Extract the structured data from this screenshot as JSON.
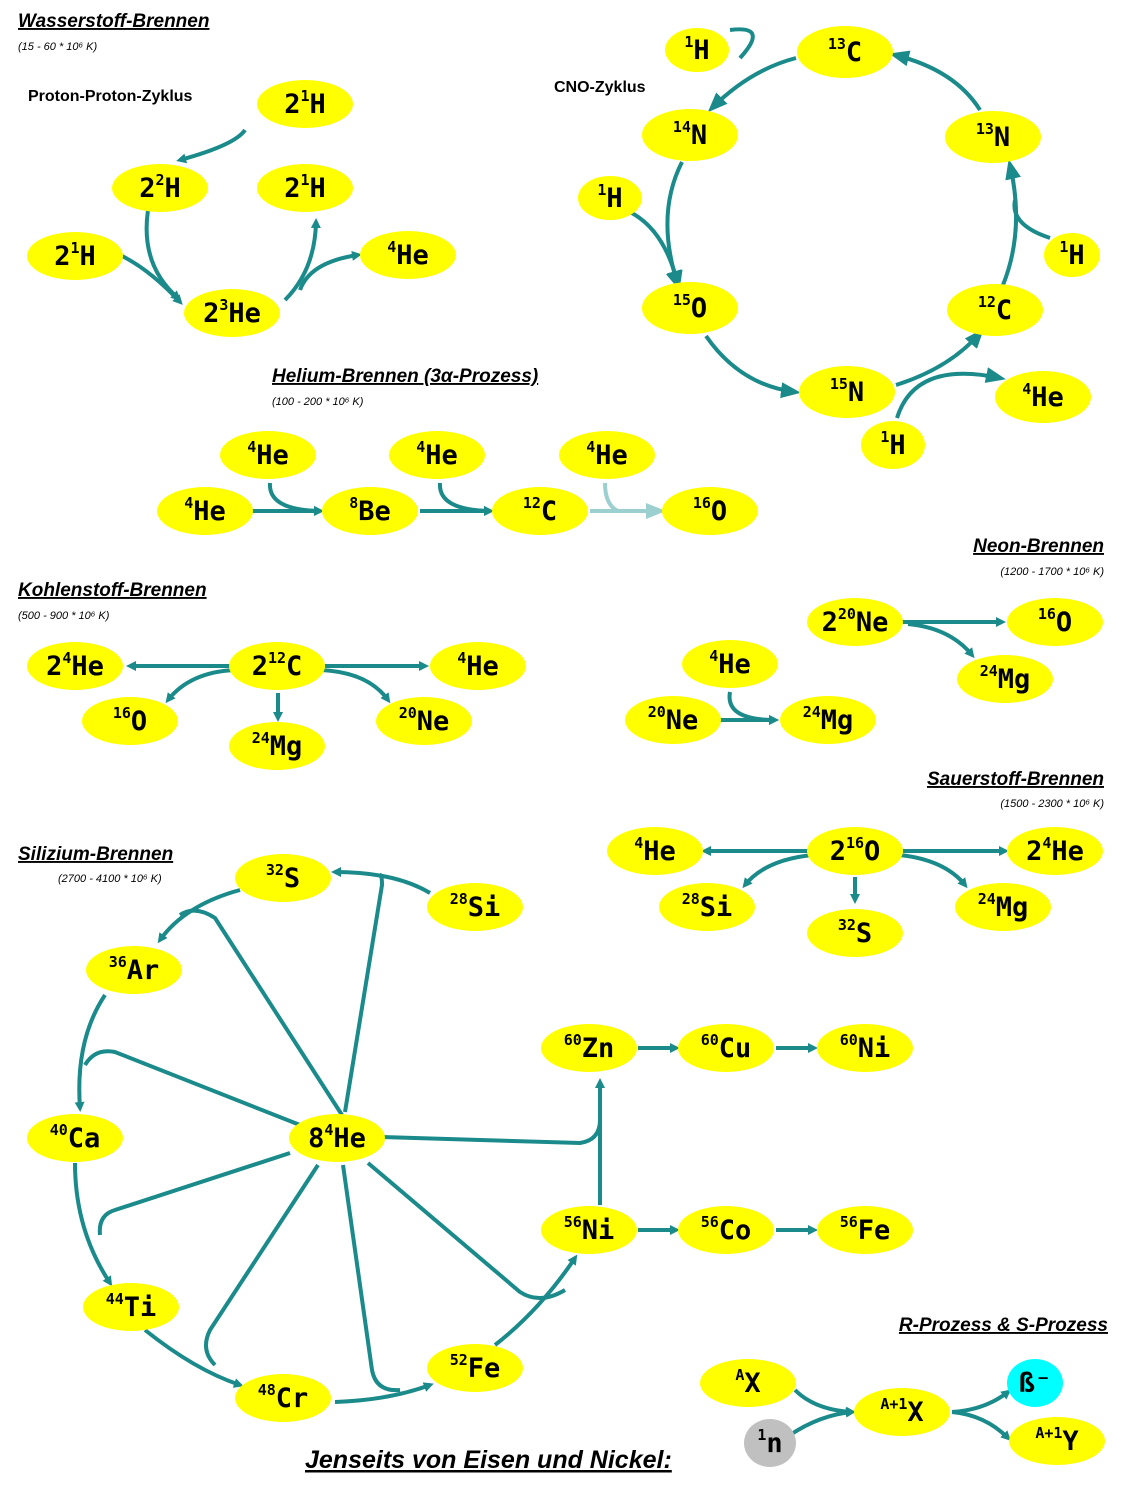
{
  "sections": {
    "wasserstoff": {
      "title": "Wasserstoff-Brennen",
      "temp": "(15 - 60 * 10⁶ K)"
    },
    "pp": {
      "label": "Proton-Proton-Zyklus"
    },
    "cno": {
      "label": "CNO-Zyklus"
    },
    "helium": {
      "title": "Helium-Brennen (3α-Prozess)",
      "temp": "(100 - 200 * 10⁶ K)"
    },
    "kohlenstoff": {
      "title": "Kohlenstoff-Brennen",
      "temp": "(500 - 900 * 10⁶ K)"
    },
    "neon": {
      "title": "Neon-Brennen",
      "temp": "(1200 - 1700 * 10⁶ K)"
    },
    "sauerstoff": {
      "title": "Sauerstoff-Brennen",
      "temp": "(1500 - 2300 * 10⁶ K)"
    },
    "silizium": {
      "title": "Silizium-Brennen",
      "temp": "(2700 - 4100 * 10⁶ K)"
    },
    "rs": {
      "title": "R-Prozess & S-Prozess"
    },
    "jenseits": {
      "title": "Jenseits von Eisen und Nickel:"
    }
  },
  "nodes": [
    {
      "id": "pp_top",
      "coef": "2",
      "mass": "1",
      "el": "H"
    },
    {
      "id": "pp_h1b",
      "coef": "2",
      "mass": "1",
      "el": "H"
    },
    {
      "id": "pp_h2",
      "coef": "2",
      "mass": "2",
      "el": "H"
    },
    {
      "id": "pp_h1a",
      "coef": "2",
      "mass": "1",
      "el": "H"
    },
    {
      "id": "pp_he3",
      "coef": "2",
      "mass": "3",
      "el": "He"
    },
    {
      "id": "pp_he4",
      "coef": "",
      "mass": "4",
      "el": "He"
    },
    {
      "id": "cno_h1a",
      "coef": "",
      "mass": "1",
      "el": "H"
    },
    {
      "id": "cno_c13",
      "coef": "",
      "mass": "13",
      "el": "C"
    },
    {
      "id": "cno_n14",
      "coef": "",
      "mass": "14",
      "el": "N"
    },
    {
      "id": "cno_n13",
      "coef": "",
      "mass": "13",
      "el": "N"
    },
    {
      "id": "cno_h1b",
      "coef": "",
      "mass": "1",
      "el": "H"
    },
    {
      "id": "cno_h1c",
      "coef": "",
      "mass": "1",
      "el": "H"
    },
    {
      "id": "cno_o15",
      "coef": "",
      "mass": "15",
      "el": "O"
    },
    {
      "id": "cno_c12",
      "coef": "",
      "mass": "12",
      "el": "C"
    },
    {
      "id": "cno_n15",
      "coef": "",
      "mass": "15",
      "el": "N"
    },
    {
      "id": "cno_he4",
      "coef": "",
      "mass": "4",
      "el": "He"
    },
    {
      "id": "cno_h1d",
      "coef": "",
      "mass": "1",
      "el": "H"
    },
    {
      "id": "he_he4a",
      "coef": "",
      "mass": "4",
      "el": "He"
    },
    {
      "id": "he_he4b",
      "coef": "",
      "mass": "4",
      "el": "He"
    },
    {
      "id": "he_he4c",
      "coef": "",
      "mass": "4",
      "el": "He"
    },
    {
      "id": "he_he4d",
      "coef": "",
      "mass": "4",
      "el": "He"
    },
    {
      "id": "he_be8",
      "coef": "",
      "mass": "8",
      "el": "Be"
    },
    {
      "id": "he_c12",
      "coef": "",
      "mass": "12",
      "el": "C"
    },
    {
      "id": "he_o16",
      "coef": "",
      "mass": "16",
      "el": "O"
    },
    {
      "id": "c_he4l",
      "coef": "2",
      "mass": "4",
      "el": "He"
    },
    {
      "id": "c_c12",
      "coef": "2",
      "mass": "12",
      "el": "C"
    },
    {
      "id": "c_he4r",
      "coef": "",
      "mass": "4",
      "el": "He"
    },
    {
      "id": "c_o16",
      "coef": "",
      "mass": "16",
      "el": "O"
    },
    {
      "id": "c_mg24",
      "coef": "",
      "mass": "24",
      "el": "Mg"
    },
    {
      "id": "c_ne20",
      "coef": "",
      "mass": "20",
      "el": "Ne"
    },
    {
      "id": "ne_ne20x2",
      "coef": "2",
      "mass": "20",
      "el": "Ne"
    },
    {
      "id": "ne_o16",
      "coef": "",
      "mass": "16",
      "el": "O"
    },
    {
      "id": "ne_mg24a",
      "coef": "",
      "mass": "24",
      "el": "Mg"
    },
    {
      "id": "ne_he4",
      "coef": "",
      "mass": "4",
      "el": "He"
    },
    {
      "id": "ne_ne20",
      "coef": "",
      "mass": "20",
      "el": "Ne"
    },
    {
      "id": "ne_mg24b",
      "coef": "",
      "mass": "24",
      "el": "Mg"
    },
    {
      "id": "o_he4",
      "coef": "",
      "mass": "4",
      "el": "He"
    },
    {
      "id": "o_o16",
      "coef": "2",
      "mass": "16",
      "el": "O"
    },
    {
      "id": "o_he4x2",
      "coef": "2",
      "mass": "4",
      "el": "He"
    },
    {
      "id": "o_si28",
      "coef": "",
      "mass": "28",
      "el": "Si"
    },
    {
      "id": "o_s32",
      "coef": "",
      "mass": "32",
      "el": "S"
    },
    {
      "id": "o_mg24",
      "coef": "",
      "mass": "24",
      "el": "Mg"
    },
    {
      "id": "si_s32",
      "coef": "",
      "mass": "32",
      "el": "S"
    },
    {
      "id": "si_si28",
      "coef": "",
      "mass": "28",
      "el": "Si"
    },
    {
      "id": "si_ar36",
      "coef": "",
      "mass": "36",
      "el": "Ar"
    },
    {
      "id": "si_ca40",
      "coef": "",
      "mass": "40",
      "el": "Ca"
    },
    {
      "id": "si_he4",
      "coef": "8",
      "mass": "4",
      "el": "He"
    },
    {
      "id": "si_ti44",
      "coef": "",
      "mass": "44",
      "el": "Ti"
    },
    {
      "id": "si_cr48",
      "coef": "",
      "mass": "48",
      "el": "Cr"
    },
    {
      "id": "si_fe52",
      "coef": "",
      "mass": "52",
      "el": "Fe"
    },
    {
      "id": "si_zn60",
      "coef": "",
      "mass": "60",
      "el": "Zn"
    },
    {
      "id": "si_cu60",
      "coef": "",
      "mass": "60",
      "el": "Cu"
    },
    {
      "id": "si_ni60",
      "coef": "",
      "mass": "60",
      "el": "Ni"
    },
    {
      "id": "si_ni56",
      "coef": "",
      "mass": "56",
      "el": "Ni"
    },
    {
      "id": "si_co56",
      "coef": "",
      "mass": "56",
      "el": "Co"
    },
    {
      "id": "si_fe56",
      "coef": "",
      "mass": "56",
      "el": "Fe"
    },
    {
      "id": "rs_ax",
      "coef": "",
      "mass": "A",
      "el": "X"
    },
    {
      "id": "rs_n",
      "coef": "",
      "mass": "1",
      "el": "n"
    },
    {
      "id": "rs_a1x",
      "coef": "",
      "mass": "A+1",
      "el": "X"
    },
    {
      "id": "rs_beta",
      "coef": "",
      "mass": "",
      "el": "ß⁻"
    },
    {
      "id": "rs_a1y",
      "coef": "",
      "mass": "A+1",
      "el": "Y"
    }
  ],
  "colors": {
    "node": "#ffff00",
    "arrow": "#1a8a8a",
    "neutron": "#c0c0c0",
    "beta": "#00ffff"
  }
}
